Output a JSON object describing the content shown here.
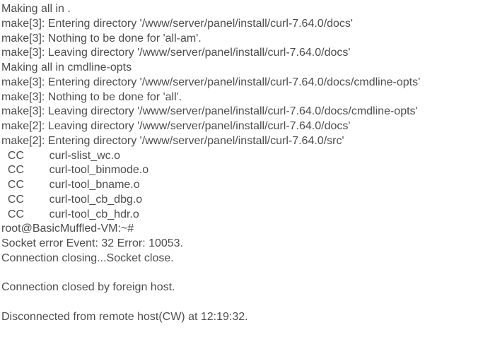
{
  "terminal": {
    "description": "ssh-terminal-output",
    "colors": {
      "background": "#ffffff",
      "text": "#4d4d4d"
    },
    "prompt": "root@BasicMuffled-VM:~#",
    "disconnect_time": "12:19:32",
    "socket_error_event": "32",
    "socket_error_code": "10053",
    "lines": [
      "Making all in .",
      "make[3]: Entering directory '/www/server/panel/install/curl-7.64.0/docs'",
      "make[3]: Nothing to be done for 'all-am'.",
      "make[3]: Leaving directory '/www/server/panel/install/curl-7.64.0/docs'",
      "Making all in cmdline-opts",
      "make[3]: Entering directory '/www/server/panel/install/curl-7.64.0/docs/cmdline-opts'",
      "make[3]: Nothing to be done for 'all'.",
      "make[3]: Leaving directory '/www/server/panel/install/curl-7.64.0/docs/cmdline-opts'",
      "make[2]: Leaving directory '/www/server/panel/install/curl-7.64.0/docs'",
      "make[2]: Entering directory '/www/server/panel/install/curl-7.64.0/src'",
      "  CC        curl-slist_wc.o",
      "  CC        curl-tool_binmode.o",
      "  CC        curl-tool_bname.o",
      "  CC        curl-tool_cb_dbg.o",
      "  CC        curl-tool_cb_hdr.o",
      "root@BasicMuffled-VM:~#",
      "Socket error Event: 32 Error: 10053.",
      "Connection closing...Socket close.",
      "",
      "Connection closed by foreign host.",
      "",
      "Disconnected from remote host(CW) at 12:19:32."
    ]
  }
}
